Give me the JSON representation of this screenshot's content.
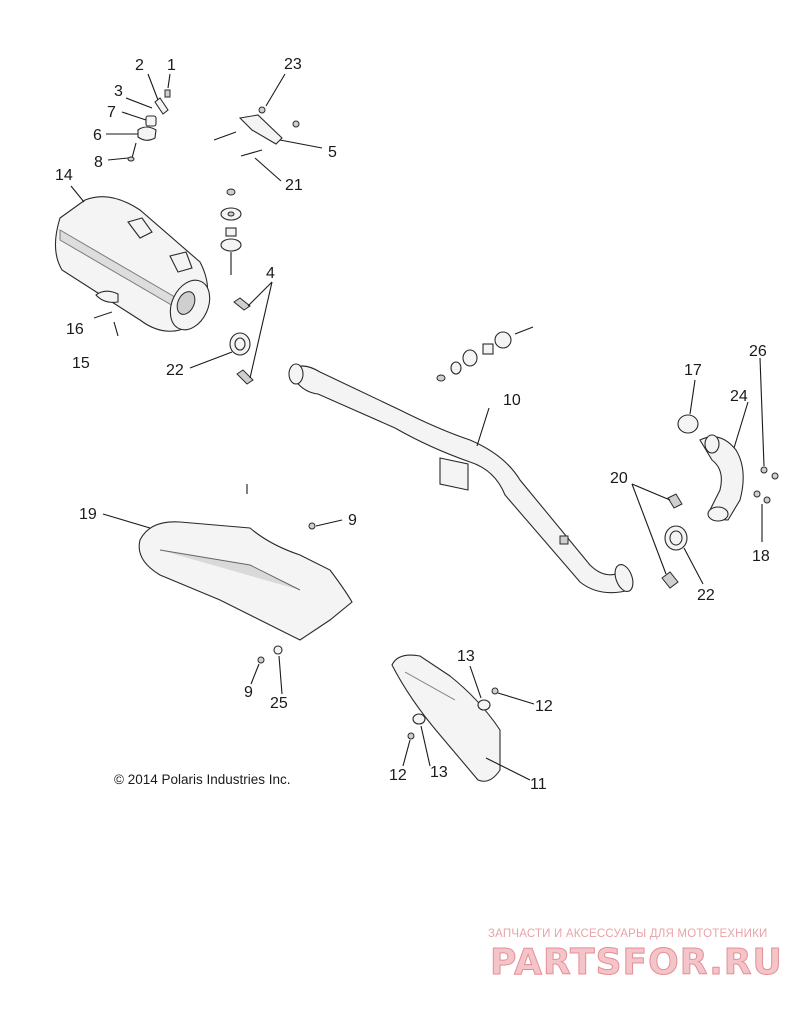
{
  "copyright": "© 2014 Polaris Industries Inc.",
  "watermark": {
    "tagline": "ЗАПЧАСТИ И АКСЕССУАРЫ ДЛЯ МОТОТЕХНИКИ",
    "logo": "PARTSFOR.RU"
  },
  "colors": {
    "line": "#2a2a2a",
    "watermark": "#e58e96"
  },
  "callouts": {
    "c1": "1",
    "c2": "2",
    "c3": "3",
    "c4": "4",
    "c5": "5",
    "c6": "6",
    "c7": "7",
    "c8": "8",
    "c9a": "9",
    "c9b": "9",
    "c10": "10",
    "c11": "11",
    "c12a": "12",
    "c12b": "12",
    "c13a": "13",
    "c13b": "13",
    "c14": "14",
    "c15": "15",
    "c16": "16",
    "c17": "17",
    "c18": "18",
    "c19": "19",
    "c20": "20",
    "c21": "21",
    "c22a": "22",
    "c22b": "22",
    "c23": "23",
    "c24": "24",
    "c25": "25",
    "c26": "26"
  }
}
